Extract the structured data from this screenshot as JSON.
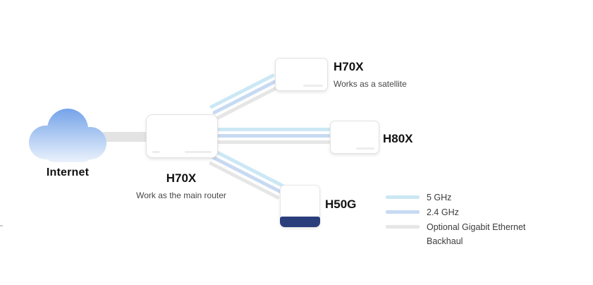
{
  "internet": {
    "label": "Internet"
  },
  "main_router": {
    "model": "H70X",
    "caption": "Work as the main router"
  },
  "satellite_top": {
    "model": "H70X",
    "caption": "Works as a satellite"
  },
  "satellite_mid": {
    "model": "H80X"
  },
  "satellite_bottom": {
    "model": "H50G"
  },
  "legend": {
    "items": [
      {
        "label": "5 GHz",
        "color": "#cbe8f4"
      },
      {
        "label": "2.4 GHz",
        "color": "#c8daf2"
      },
      {
        "label": "Optional Gigabit Ethernet Backhaul",
        "color": "#e6e6e6"
      }
    ]
  },
  "connections": {
    "internet_link_color": "#e3e3e3"
  },
  "device_colors": {
    "body": "#ffffff",
    "border": "#e2e2e2",
    "h50g_base": "#2b3e7c"
  },
  "cloud": {
    "gradient_top": "#6f9fe8",
    "gradient_bottom": "#edf4fc"
  }
}
